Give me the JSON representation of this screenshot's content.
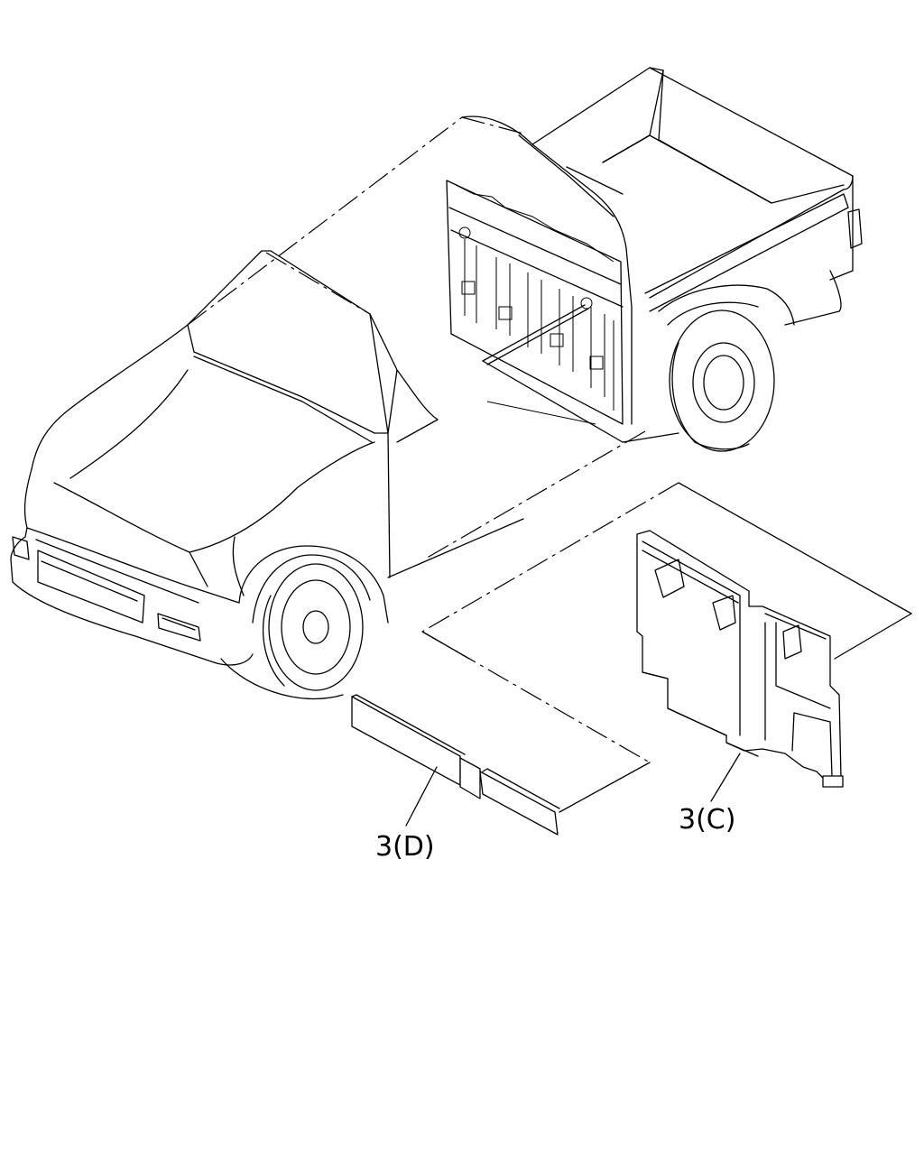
{
  "diagram": {
    "callouts": [
      {
        "id": "3D",
        "label": "3(D)"
      },
      {
        "id": "3C",
        "label": "3(C)"
      }
    ]
  }
}
